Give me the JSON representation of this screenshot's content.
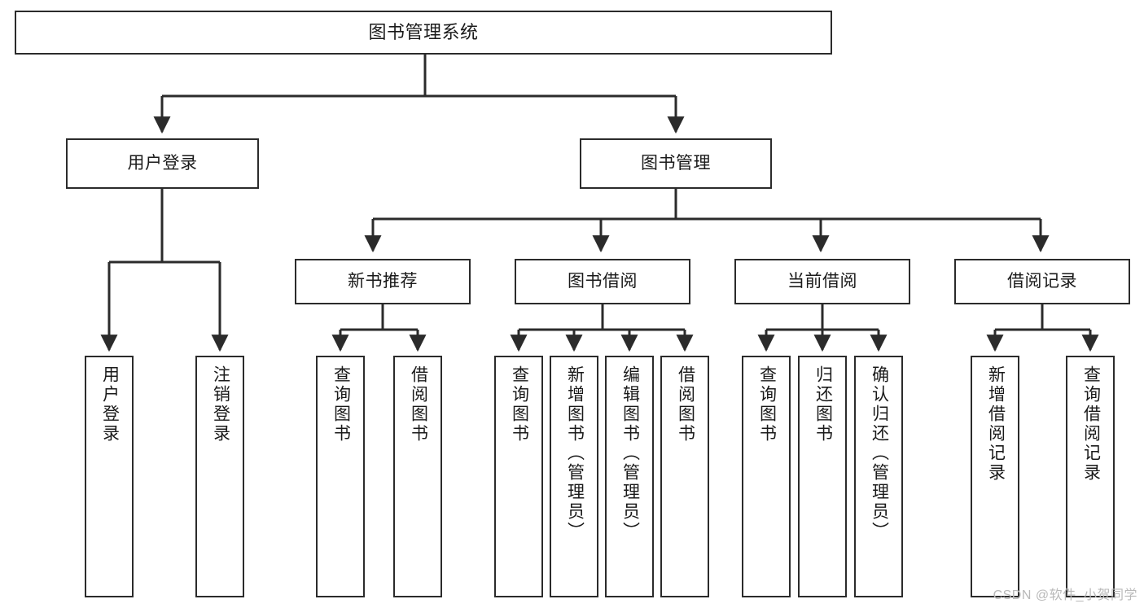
{
  "diagram": {
    "title": "图书管理系统",
    "type": "tree",
    "colors": {
      "box_border": "#2b2b2b",
      "box_fill": "#ffffff",
      "connector": "#2b2b2b",
      "text": "#1a1a1a",
      "watermark": "#b9b9b9",
      "background": "#ffffff"
    }
  },
  "root": {
    "label": "图书管理系统"
  },
  "level2": [
    {
      "label": "用户登录"
    },
    {
      "label": "图书管理"
    }
  ],
  "level3": [
    {
      "label": "新书推荐"
    },
    {
      "label": "图书借阅"
    },
    {
      "label": "当前借阅"
    },
    {
      "label": "借阅记录"
    }
  ],
  "leaves": {
    "user_login": [
      {
        "label": "用户登录"
      },
      {
        "label": "注销登录"
      }
    ],
    "new_book": [
      {
        "label": "查询图书"
      },
      {
        "label": "借阅图书"
      }
    ],
    "borrow_book": [
      {
        "label": "查询图书"
      },
      {
        "label": "新增图书（管理员）"
      },
      {
        "label": "编辑图书（管理员）"
      },
      {
        "label": "借阅图书"
      }
    ],
    "current_borrow": [
      {
        "label": "查询图书"
      },
      {
        "label": "归还图书"
      },
      {
        "label": "确认归还（管理员）"
      }
    ],
    "borrow_record": [
      {
        "label": "新增借阅记录"
      },
      {
        "label": "查询借阅记录"
      }
    ]
  },
  "watermark": {
    "text": "CSDN @软件_小贺同学"
  }
}
